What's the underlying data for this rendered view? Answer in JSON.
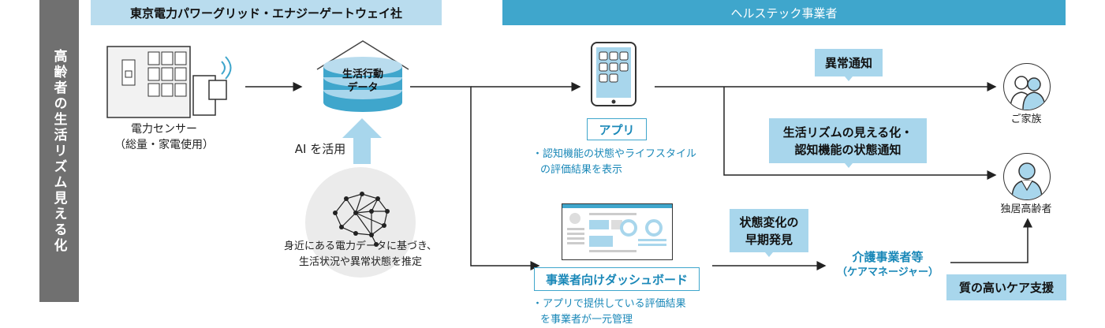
{
  "side_title": "高齢者の生活リズム見える化",
  "header": {
    "left": "東京電力パワーグリッド・エナジーゲートウェイ社",
    "right": "ヘルステック事業者"
  },
  "sensor": {
    "title": "電力センサー",
    "subtitle": "（総量・家電使用）"
  },
  "data_node": {
    "line1": "生活行動",
    "line2": "データ"
  },
  "ai_label": "AI を活用",
  "brain_caption": {
    "line1": "身近にある電力データに基づき、",
    "line2": "生活状況や異常状態を推定"
  },
  "app": {
    "label": "アプリ",
    "desc1": "・認知機能の状態やライフスタイル",
    "desc2": "の評価結果を表示"
  },
  "dashboard": {
    "label": "事業者向けダッシュボード",
    "desc1": "・アプリで提供している評価結果",
    "desc2": "を事業者が一元管理"
  },
  "callouts": {
    "abnormal": "異常通知",
    "rhythm1": "生活リズムの見える化・",
    "rhythm2": "認知機能の状態通知",
    "change1": "状態変化の",
    "change2": "早期発見",
    "care": "質の高いケア支援"
  },
  "care_provider": {
    "line1": "介護事業者等",
    "line2": "（ケアマネージャー）"
  },
  "persons": {
    "family": "ご家族",
    "elderly": "独居高齢者"
  },
  "colors": {
    "accent": "#3fa6cc",
    "light_accent": "#a8d6ec",
    "header_light": "#b9dcee",
    "side": "#707070"
  }
}
